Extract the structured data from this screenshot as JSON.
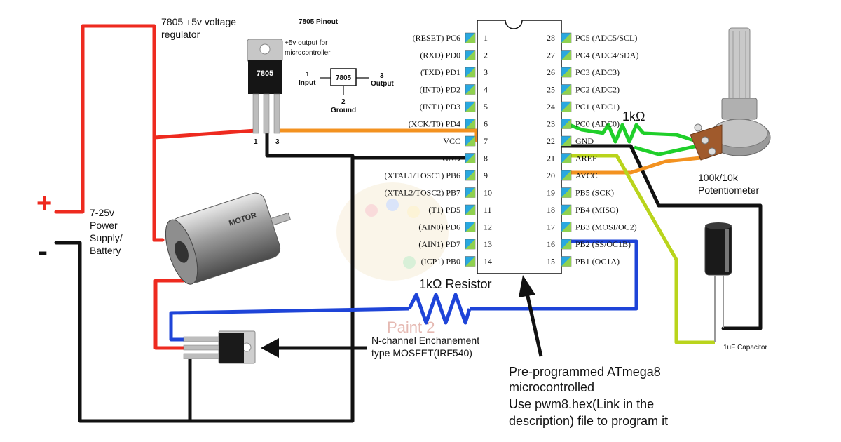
{
  "labels": {
    "regulator_title": "7805 +5v voltage",
    "regulator_title_2": "regulator",
    "pinout_title": "7805 Pinout",
    "output_note_1": "+5v output for",
    "output_note_2": "microcontroller",
    "reg_marking": "7805",
    "reg_pin_1": "1",
    "reg_pin_3": "3",
    "pinout_box": "7805",
    "pinout_in_num": "1",
    "pinout_in": "Input",
    "pinout_out_num": "3",
    "pinout_out": "Output",
    "pinout_gnd_num": "2",
    "pinout_gnd": "Ground",
    "plus": "+",
    "minus": "-",
    "supply_1": "7-25v",
    "supply_2": "Power",
    "supply_3": "Supply/",
    "supply_4": "Battery",
    "motor_text": "MOTOR",
    "resistor_top": "1kΩ",
    "resistor_bottom": "1kΩ Resistor",
    "pot_1": "100k/10k",
    "pot_2": "Potentiometer",
    "cap": "1uF Capacitor",
    "mosfet_1": "N-channel Enchanement",
    "mosfet_2": "type MOSFET(IRF540)",
    "mcu_1": "Pre-programmed  ATmega8",
    "mcu_2": "microcontrolled",
    "mcu_3": "Use pwm8.hex(Link in the",
    "mcu_4": "description) file to program it",
    "watermark": "Paint 2"
  },
  "chip": {
    "left_pins": [
      {
        "label": "(RESET) PC6",
        "num": "1"
      },
      {
        "label": "(RXD) PD0",
        "num": "2"
      },
      {
        "label": "(TXD) PD1",
        "num": "3"
      },
      {
        "label": "(INT0) PD2",
        "num": "4"
      },
      {
        "label": "(INT1) PD3",
        "num": "5"
      },
      {
        "label": "(XCK/T0) PD4",
        "num": "6"
      },
      {
        "label": "VCC",
        "num": "7"
      },
      {
        "label": "GND",
        "num": "8"
      },
      {
        "label": "(XTAL1/TOSC1) PB6",
        "num": "9"
      },
      {
        "label": "(XTAL2/TOSC2) PB7",
        "num": "10"
      },
      {
        "label": "(T1) PD5",
        "num": "11"
      },
      {
        "label": "(AIN0) PD6",
        "num": "12"
      },
      {
        "label": "(AIN1) PD7",
        "num": "13"
      },
      {
        "label": "(ICP1) PB0",
        "num": "14"
      }
    ],
    "right_pins": [
      {
        "label": "PC5 (ADC5/SCL)",
        "num": "28"
      },
      {
        "label": "PC4 (ADC4/SDA)",
        "num": "27"
      },
      {
        "label": "PC3 (ADC3)",
        "num": "26"
      },
      {
        "label": "PC2 (ADC2)",
        "num": "25"
      },
      {
        "label": "PC1 (ADC1)",
        "num": "24"
      },
      {
        "label": "PC0 (ADC0)",
        "num": "23"
      },
      {
        "label": "GND",
        "num": "22"
      },
      {
        "label": "AREF",
        "num": "21"
      },
      {
        "label": "AVCC",
        "num": "20"
      },
      {
        "label": "PB5 (SCK)",
        "num": "19"
      },
      {
        "label": "PB4 (MISO)",
        "num": "18"
      },
      {
        "label": "PB3 (MOSI/OC2)",
        "num": "17"
      },
      {
        "label": "PB2 (SS/OC1B)",
        "num": "16"
      },
      {
        "label": "PB1 (OC1A)",
        "num": "15"
      }
    ]
  },
  "colors": {
    "power": "#ee2a1f",
    "ground": "#111111",
    "vcc_wire": "#f39220",
    "signal": "#1e44d8",
    "pot_wire": "#1fcf2a",
    "aref_wire": "#b9d41c",
    "pin_blue": "#29a8e0",
    "pin_green": "#8fd14f"
  }
}
